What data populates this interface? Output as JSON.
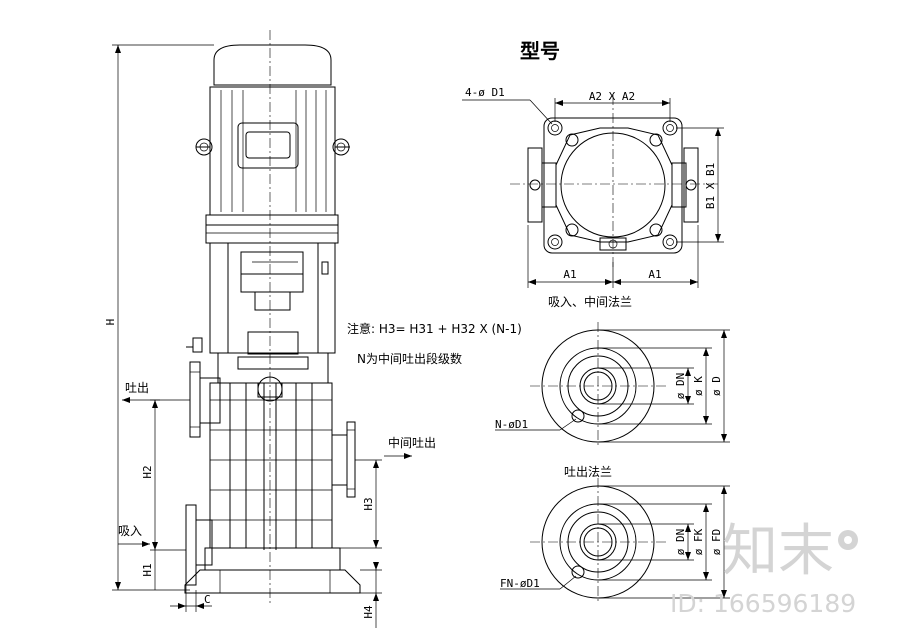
{
  "title": "型号",
  "note": {
    "formula": "注意: H3= H31 + H32  X   (N-1)",
    "meaning": "N为中间吐出段级数"
  },
  "left_view": {
    "dims": {
      "H": "H",
      "H1": "H1",
      "H2": "H2",
      "H3": "H3",
      "H4": "H4",
      "C": "C"
    },
    "ports": {
      "outlet": "吐出",
      "inlet": "吸入",
      "middle_outlet": "中间吐出"
    }
  },
  "top_view": {
    "bolt_label": "4-ø D1",
    "a2": "A2 X A2",
    "b1": "B1 X B1",
    "a1_left": "A1",
    "a1_right": "A1",
    "caption": "吸入、中间法兰"
  },
  "flange1": {
    "dn": "ø DN",
    "k": "ø K",
    "d": "ø D",
    "holes": "N-øD1"
  },
  "flange2": {
    "caption": "吐出法兰",
    "dn": "ø DN",
    "fk": "ø FK",
    "fd": "ø FD",
    "holes": "FN-øD1"
  },
  "watermark": {
    "text": "知末",
    "id": "ID: 166596189"
  }
}
